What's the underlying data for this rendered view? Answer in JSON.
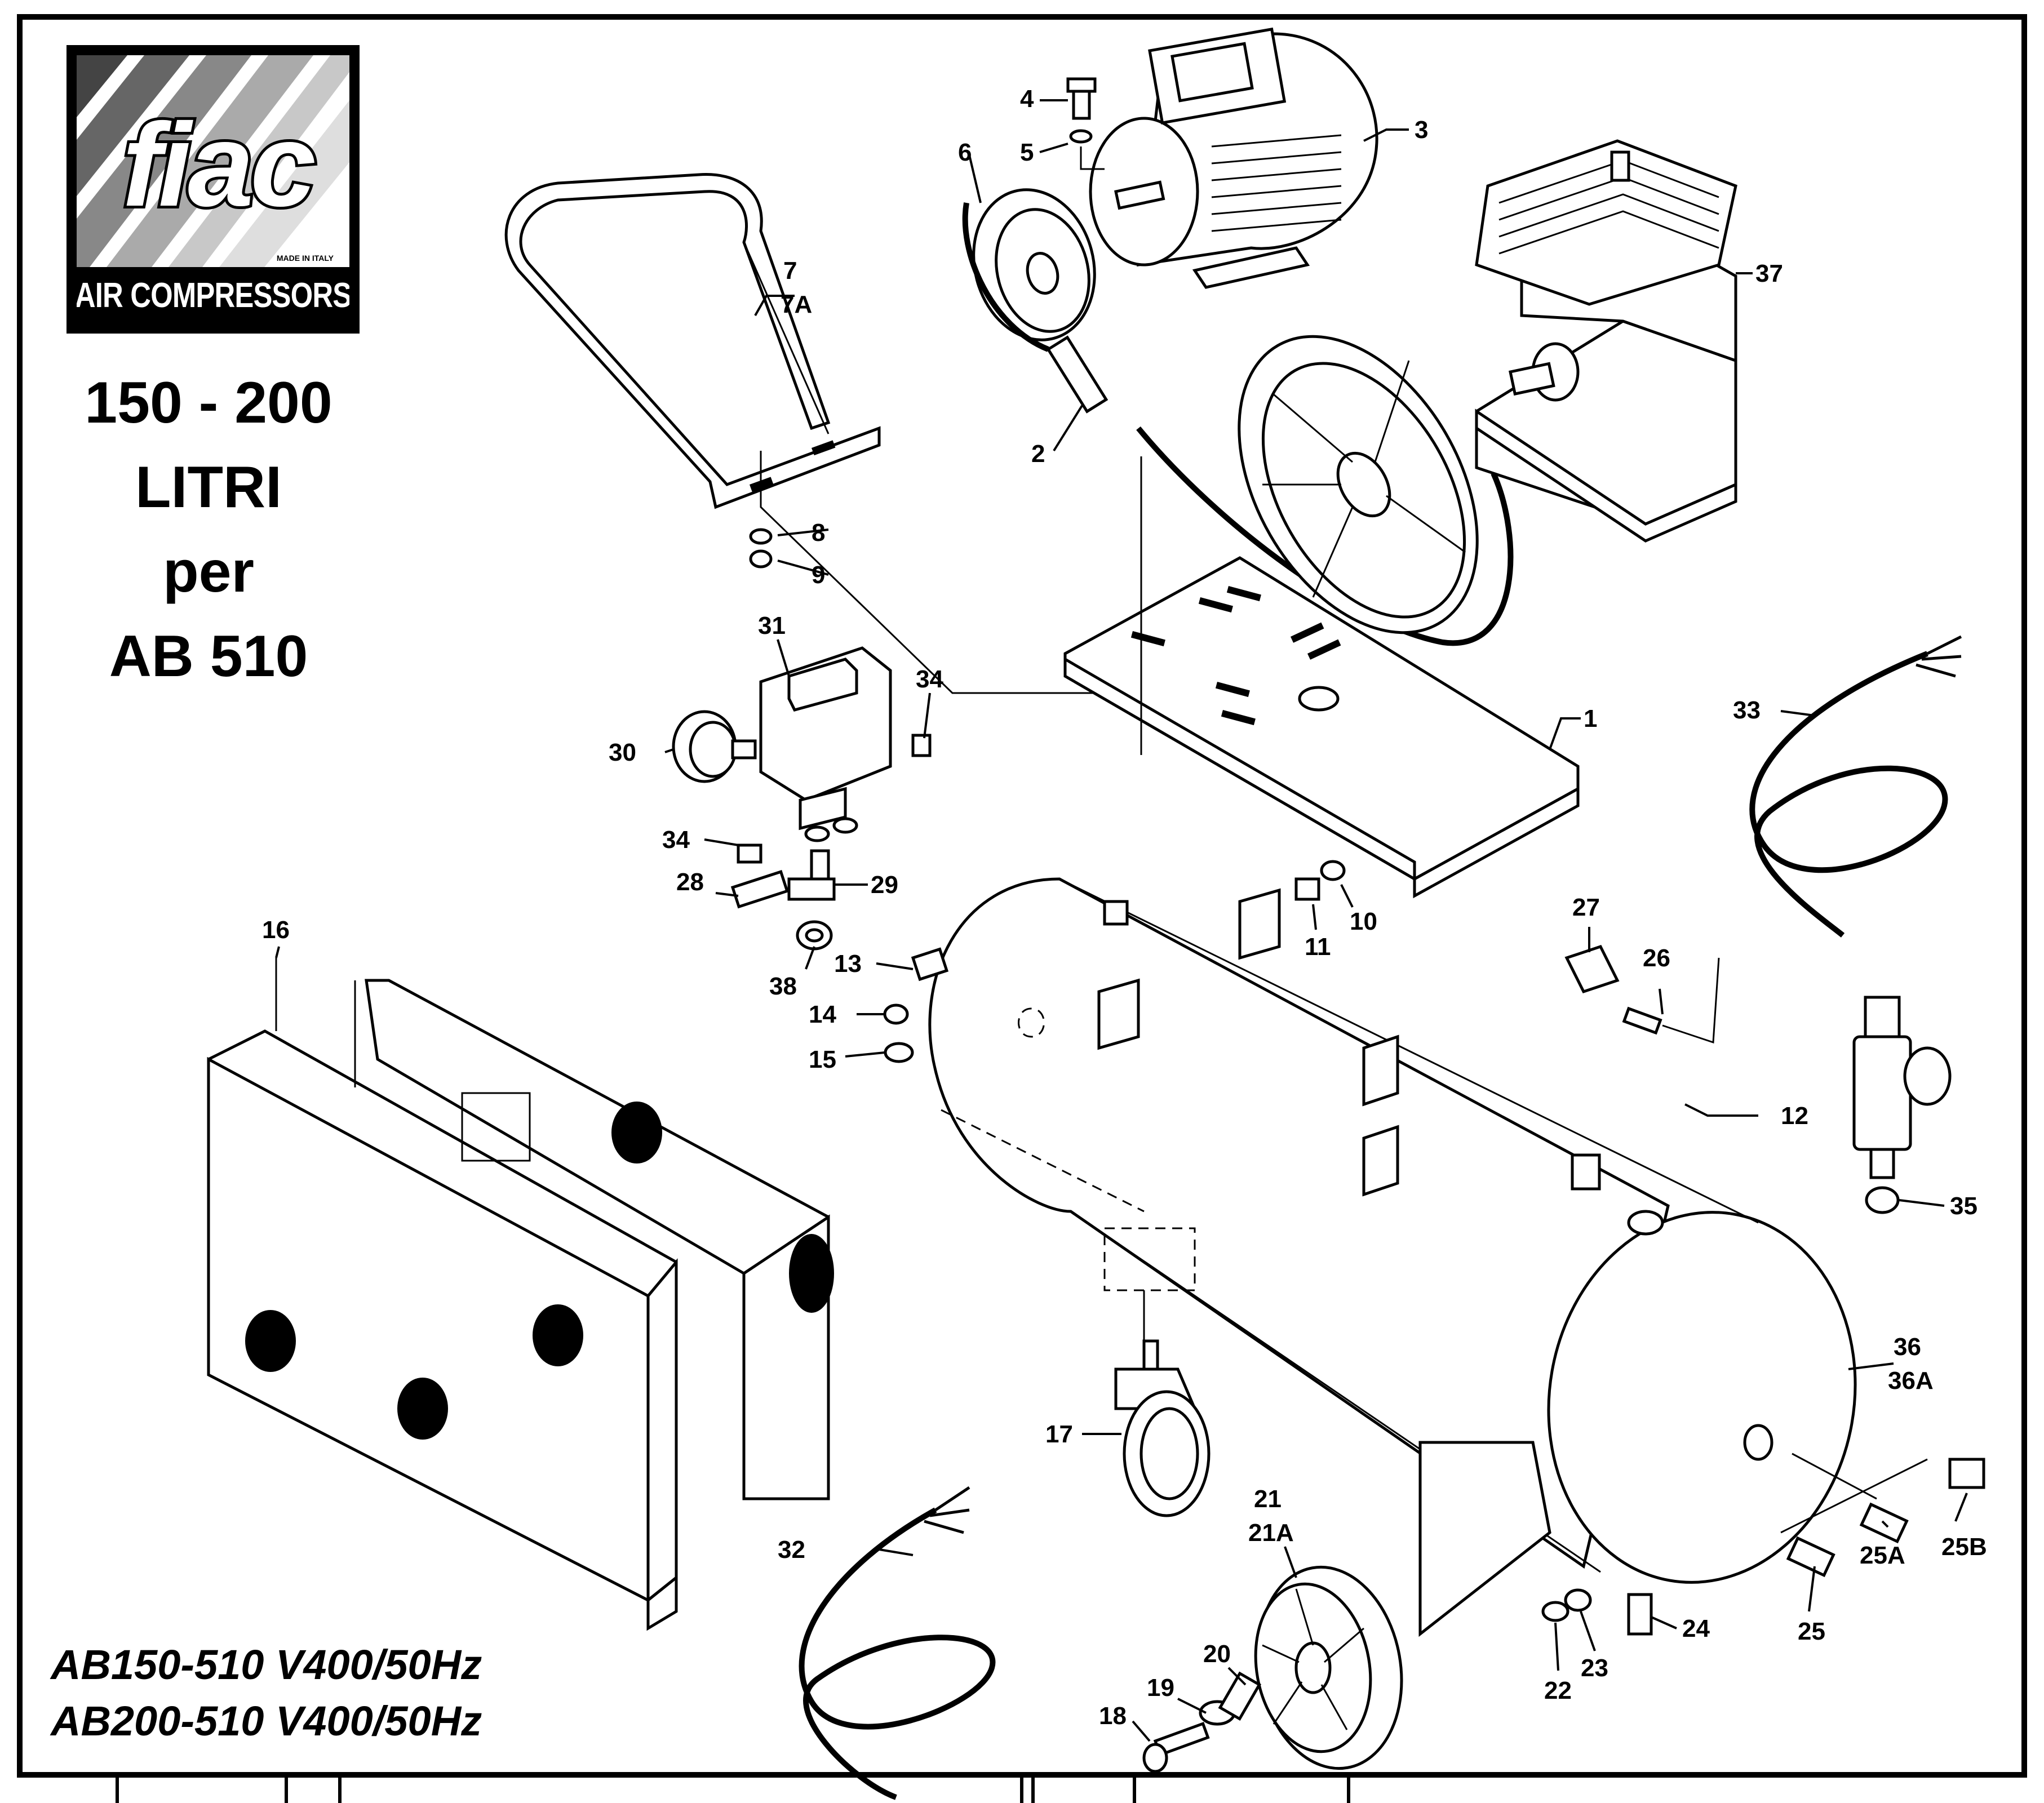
{
  "logo": {
    "brand": "fiac",
    "made_in": "MADE IN ITALY",
    "tagline": "AIR COMPRESSORS"
  },
  "capacity": {
    "line1": "150 - 200",
    "line2": "LITRI",
    "line3": "per",
    "line4": "AB 510"
  },
  "models": {
    "model_1": "AB150-510 V400/50Hz",
    "model_2": "AB200-510 V400/50Hz"
  },
  "callouts": [
    {
      "id": "c1",
      "label": "1"
    },
    {
      "id": "c2",
      "label": "2"
    },
    {
      "id": "c3",
      "label": "3"
    },
    {
      "id": "c4",
      "label": "4"
    },
    {
      "id": "c5",
      "label": "5"
    },
    {
      "id": "c6",
      "label": "6"
    },
    {
      "id": "c7",
      "label": "7"
    },
    {
      "id": "c7a",
      "label": "7A"
    },
    {
      "id": "c8",
      "label": "8"
    },
    {
      "id": "c9",
      "label": "9"
    },
    {
      "id": "c10",
      "label": "10"
    },
    {
      "id": "c11",
      "label": "11"
    },
    {
      "id": "c12",
      "label": "12"
    },
    {
      "id": "c13",
      "label": "13"
    },
    {
      "id": "c14",
      "label": "14"
    },
    {
      "id": "c15",
      "label": "15"
    },
    {
      "id": "c16",
      "label": "16"
    },
    {
      "id": "c17",
      "label": "17"
    },
    {
      "id": "c18",
      "label": "18"
    },
    {
      "id": "c19",
      "label": "19"
    },
    {
      "id": "c20",
      "label": "20"
    },
    {
      "id": "c21",
      "label": "21"
    },
    {
      "id": "c21a",
      "label": "21A"
    },
    {
      "id": "c22",
      "label": "22"
    },
    {
      "id": "c23",
      "label": "23"
    },
    {
      "id": "c24",
      "label": "24"
    },
    {
      "id": "c25",
      "label": "25"
    },
    {
      "id": "c25a",
      "label": "25A"
    },
    {
      "id": "c25b",
      "label": "25B"
    },
    {
      "id": "c26",
      "label": "26"
    },
    {
      "id": "c27",
      "label": "27"
    },
    {
      "id": "c28",
      "label": "28"
    },
    {
      "id": "c29",
      "label": "29"
    },
    {
      "id": "c30",
      "label": "30"
    },
    {
      "id": "c31",
      "label": "31"
    },
    {
      "id": "c32",
      "label": "32"
    },
    {
      "id": "c33",
      "label": "33"
    },
    {
      "id": "c34a",
      "label": "34"
    },
    {
      "id": "c34b",
      "label": "34"
    },
    {
      "id": "c35",
      "label": "35"
    },
    {
      "id": "c36",
      "label": "36"
    },
    {
      "id": "c36a",
      "label": "36A"
    },
    {
      "id": "c37",
      "label": "37"
    },
    {
      "id": "c38",
      "label": "38"
    }
  ]
}
